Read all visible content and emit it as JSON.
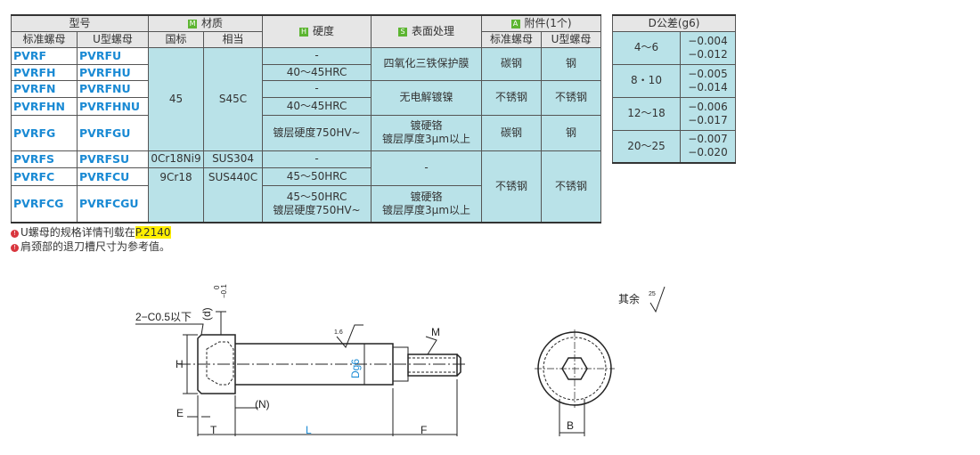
{
  "main_table": {
    "headers": {
      "model": "型号",
      "material": "材质",
      "hardness": "硬度",
      "surface": "表面处理",
      "accessory": "附件(1个)",
      "std_nut": "标准螺母",
      "u_nut": "U型螺母",
      "gb": "国标",
      "equiv": "相当",
      "std_nut2": "标准螺母",
      "u_nut2": "U型螺母"
    },
    "tags": {
      "material": "M",
      "hardness": "H",
      "surface": "S",
      "accessory": "A"
    },
    "rows": [
      {
        "std": "PVRF",
        "u": "PVRFU",
        "hard": "-"
      },
      {
        "std": "PVRFH",
        "u": "PVRFHU",
        "hard": "40～45HRC"
      },
      {
        "std": "PVRFN",
        "u": "PVRFNU",
        "hard": "-"
      },
      {
        "std": "PVRFHN",
        "u": "PVRFHNU",
        "hard": "40～45HRC"
      },
      {
        "std": "PVRFG",
        "u": "PVRFGU",
        "hard": "镀层硬度750HV~"
      },
      {
        "std": "PVRFS",
        "u": "PVRFSU",
        "hard": "-"
      },
      {
        "std": "PVRFC",
        "u": "PVRFCU",
        "hard": "45～50HRC"
      },
      {
        "std": "PVRFCG",
        "u": "PVRFCGU",
        "hard": "45～50HRC",
        "hard2": "镀层硬度750HV~"
      }
    ],
    "mat": {
      "g1": "45",
      "e1": "S45C",
      "g2": "0Cr18Ni9",
      "e2": "SUS304",
      "g3": "9Cr18",
      "e3": "SUS440C"
    },
    "surf": {
      "s1": "四氧化三铁保护膜",
      "s2": "无电解镀镍",
      "s3a": "镀硬铬",
      "s3b": "镀层厚度3μm以上",
      "s4": "-",
      "s5a": "镀硬铬",
      "s5b": "镀层厚度3μm以上"
    },
    "acc": {
      "a1s": "碳钢",
      "a1u": "钢",
      "a2s": "不锈钢",
      "a2u": "不锈钢",
      "a3s": "碳钢",
      "a3u": "钢",
      "a4s": "不锈钢",
      "a4u": "不锈钢"
    }
  },
  "tolerance": {
    "header": "D公差(g6)",
    "rows": [
      {
        "d": "4～6",
        "hi": "−0.004",
        "lo": "−0.012"
      },
      {
        "d": "8・10",
        "hi": "−0.005",
        "lo": "−0.014"
      },
      {
        "d": "12～18",
        "hi": "−0.006",
        "lo": "−0.017"
      },
      {
        "d": "20～25",
        "hi": "−0.007",
        "lo": "−0.020"
      }
    ]
  },
  "notes": {
    "n1": "U螺母的规格详情刊载在",
    "n1_link": "P.2140",
    "n2": "肩颈部的退刀槽尺寸为参考值。",
    "icon": "!"
  },
  "drawing": {
    "chamfer": "2−C0.5以下",
    "H": "H",
    "E": "E",
    "T": "T",
    "L": "L",
    "F": "F",
    "N": "(N)",
    "d": "(d)",
    "d_tol_hi": "0",
    "d_tol_lo": "−0.1",
    "Dg6": "Dg6",
    "M": "M",
    "rough": "1.6",
    "B": "B",
    "other": "其余",
    "other_rough": "25"
  }
}
